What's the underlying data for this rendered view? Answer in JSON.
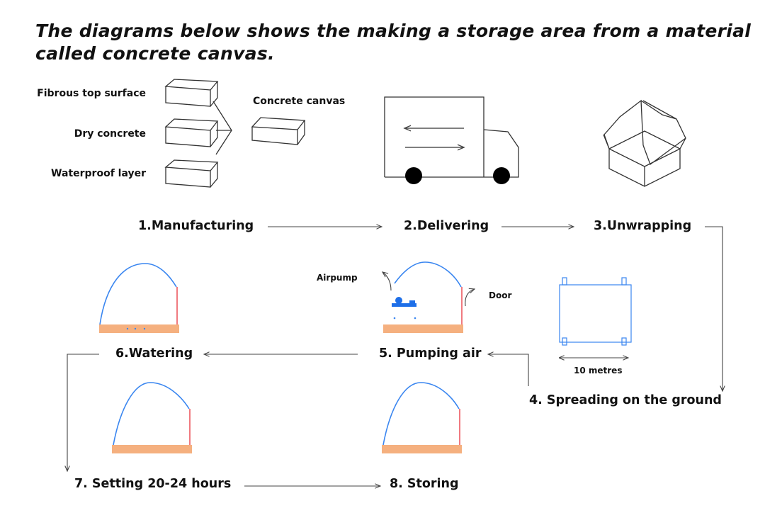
{
  "title": {
    "line1": "The diagrams below shows the making a storage area from a material",
    "line2": "called concrete canvas."
  },
  "materials": {
    "fibrous": "Fibrous top surface",
    "dry": "Dry concrete",
    "waterproof": "Waterproof layer",
    "result": "Concrete canvas"
  },
  "steps": [
    "1.Manufacturing",
    "2.Delivering",
    "3.Unwrapping",
    "4. Spreading on the ground",
    "5. Pumping air",
    "6.Watering",
    "7. Setting 20-24 hours",
    "8. Storing"
  ],
  "annotations": {
    "airpump": "Airpump",
    "door": "Door",
    "width": "10 metres"
  },
  "colors": {
    "canvas": "#3a86f0",
    "door": "#f07a80",
    "ground": "#f5b07f"
  }
}
